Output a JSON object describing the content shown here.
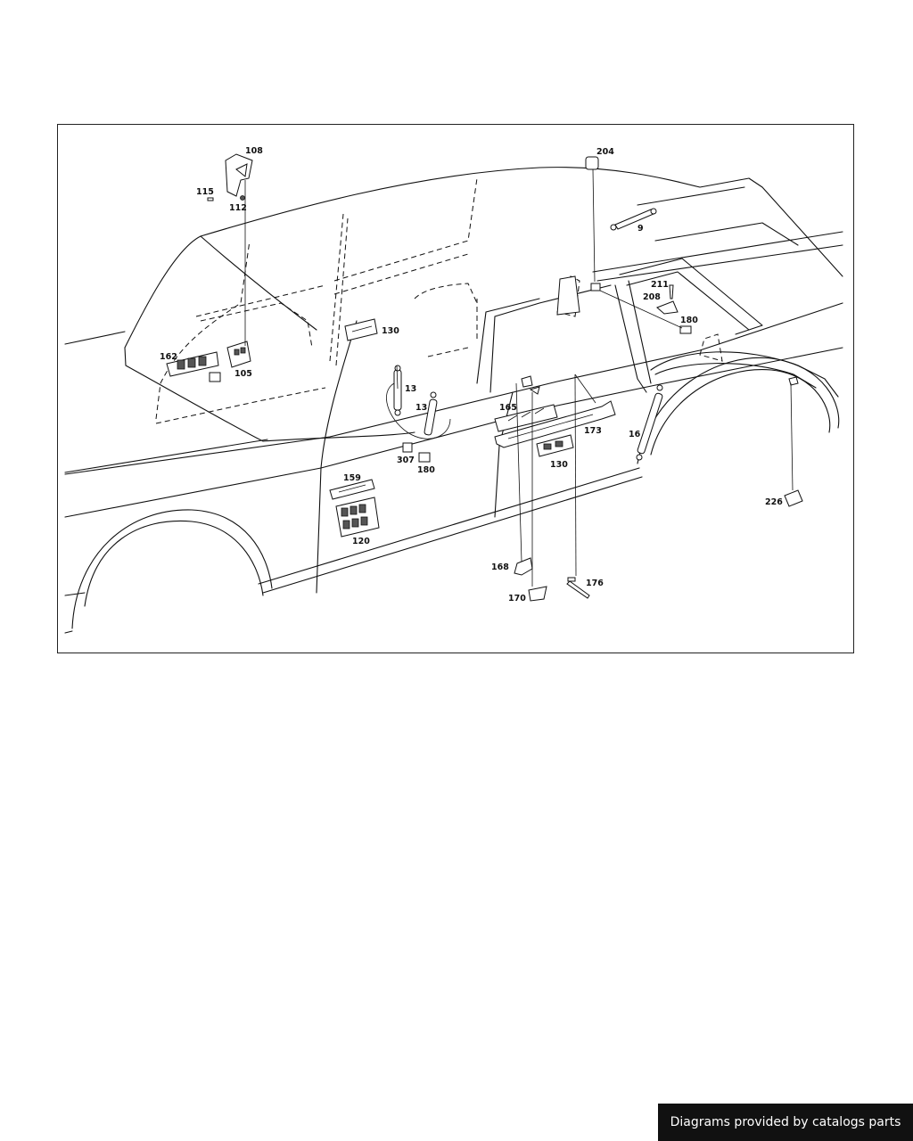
{
  "diagram": {
    "callouts": [
      {
        "id": "c108",
        "label": "108"
      },
      {
        "id": "c115",
        "label": "115"
      },
      {
        "id": "c112",
        "label": "112"
      },
      {
        "id": "c204",
        "label": "204"
      },
      {
        "id": "c9",
        "label": "9"
      },
      {
        "id": "c211",
        "label": "211"
      },
      {
        "id": "c208",
        "label": "208"
      },
      {
        "id": "c180a",
        "label": "180"
      },
      {
        "id": "c162",
        "label": "162"
      },
      {
        "id": "c105",
        "label": "105"
      },
      {
        "id": "c130a",
        "label": "130"
      },
      {
        "id": "c13a",
        "label": "13"
      },
      {
        "id": "c13b",
        "label": "13"
      },
      {
        "id": "c165",
        "label": "165"
      },
      {
        "id": "c173",
        "label": "173"
      },
      {
        "id": "c16",
        "label": "16"
      },
      {
        "id": "c307",
        "label": "307"
      },
      {
        "id": "c180b",
        "label": "180"
      },
      {
        "id": "c130b",
        "label": "130"
      },
      {
        "id": "c159",
        "label": "159"
      },
      {
        "id": "c120",
        "label": "120"
      },
      {
        "id": "c226",
        "label": "226"
      },
      {
        "id": "c168",
        "label": "168"
      },
      {
        "id": "c176",
        "label": "176"
      },
      {
        "id": "c170",
        "label": "170"
      }
    ]
  },
  "footer": {
    "text": "Diagrams provided by catalogs parts"
  }
}
